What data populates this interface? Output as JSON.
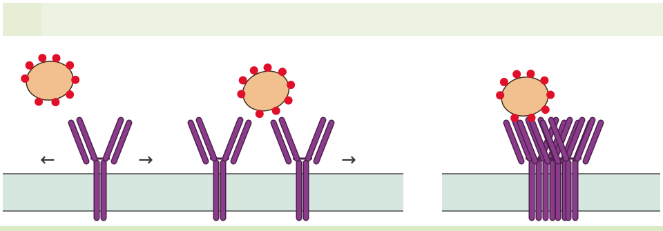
{
  "colors": {
    "top_band": "#e6efd6",
    "membrane_fill": "#d6e7df",
    "membrane_line": "#4a4a4a",
    "antibody_purple": "#8a3c8a",
    "antibody_outline": "#4b1f4b",
    "antigen_fill": "#f2c08f",
    "antigen_outline": "#3a2a1a",
    "epitope_red": "#e0102a",
    "bottom_band": "#d9eac4"
  },
  "icons": [
    "antigen-particle",
    "antibody-y-shape",
    "cell-membrane",
    "left-arrow",
    "right-arrow"
  ],
  "arrows": {
    "left": "←",
    "right": "→"
  }
}
